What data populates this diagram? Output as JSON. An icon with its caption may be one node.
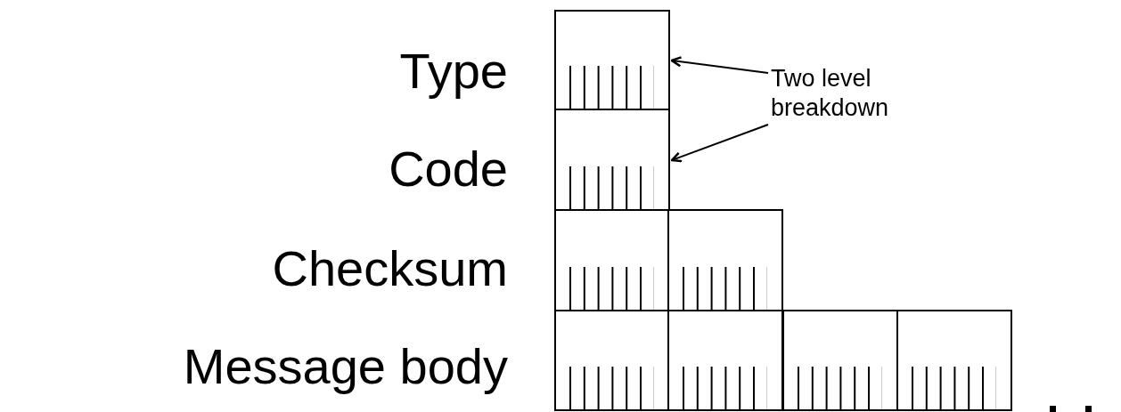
{
  "diagram": {
    "nodes": [
      {
        "text": [
          "Two level breakdown"
        ]
      },
      {
        "text": [],
        "shape": "box"
      },
      {
        "text": [],
        "shape": "box"
      },
      {
        "text": [],
        "shape": "box"
      },
      {
        "text": [],
        "shape": "box"
      },
      {
        "text": [],
        "shape": "box"
      },
      {
        "text": [],
        "shape": "box"
      },
      {
        "text": [],
        "shape": "box"
      },
      {
        "text": [],
        "shape": "box"
      }
    ],
    "edges": [
      {
        "from": 0,
        "to": 1,
        "arrow": "to"
      },
      {
        "from": 0,
        "to": 2,
        "arrow": "to"
      }
    ],
    "labels": [
      "Type",
      "Code",
      "Checksum",
      "Message body"
    ]
  }
}
